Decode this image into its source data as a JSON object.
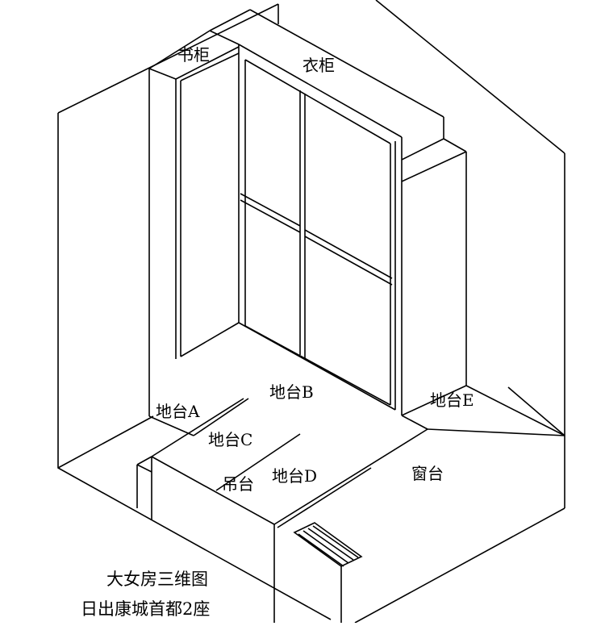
{
  "labels": {
    "bookcase": "书柜",
    "wardrobe": "衣柜",
    "platform_a": "地台A",
    "platform_b": "地台B",
    "platform_c": "地台C",
    "platform_d": "地台D",
    "platform_e": "地台E",
    "hanging_platform": "吊台",
    "window_sill": "窗台"
  },
  "caption": {
    "title": "大女房三维图",
    "subtitle": "日出康城首都2座"
  },
  "colors": {
    "line": "#000000",
    "background": "#ffffff"
  }
}
